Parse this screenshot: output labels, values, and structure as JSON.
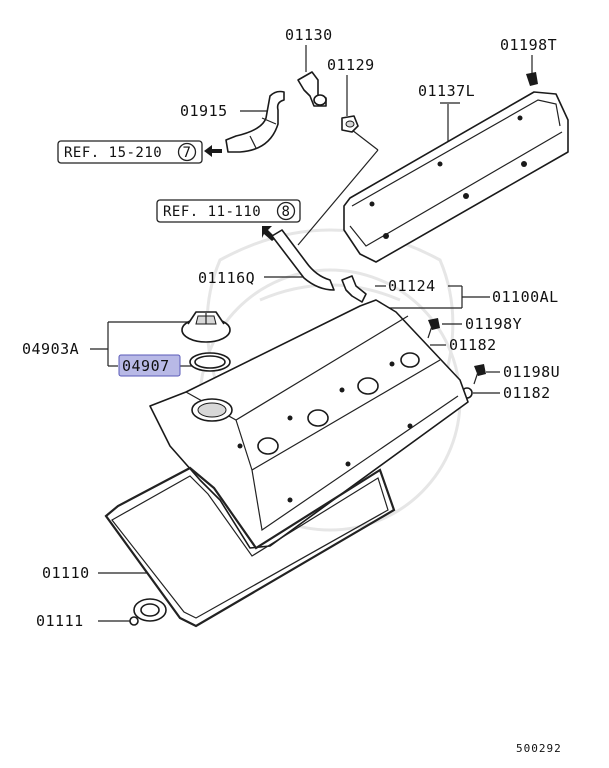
{
  "labels": {
    "p01130": "01130",
    "p01129": "01129",
    "p01198T": "01198T",
    "p01915": "01915",
    "p01137L": "01137L",
    "p01116Q": "01116Q",
    "p01124": "01124",
    "p01100AL": "01100AL",
    "p01198Y": "01198Y",
    "p01182a": "01182",
    "p04903A": "04903A",
    "p04907": "04907",
    "p01198U": "01198U",
    "p01182b": "01182",
    "p01110": "01110",
    "p01111": "01111"
  },
  "refs": {
    "ref1_text": "REF. 15-210",
    "ref1_circle": "7",
    "ref2_text": "REF. 11-110",
    "ref2_circle": "8"
  },
  "figure_number": "500292",
  "colors": {
    "highlight": "#b8b9e6",
    "highlight_border": "#5a5ab8"
  }
}
